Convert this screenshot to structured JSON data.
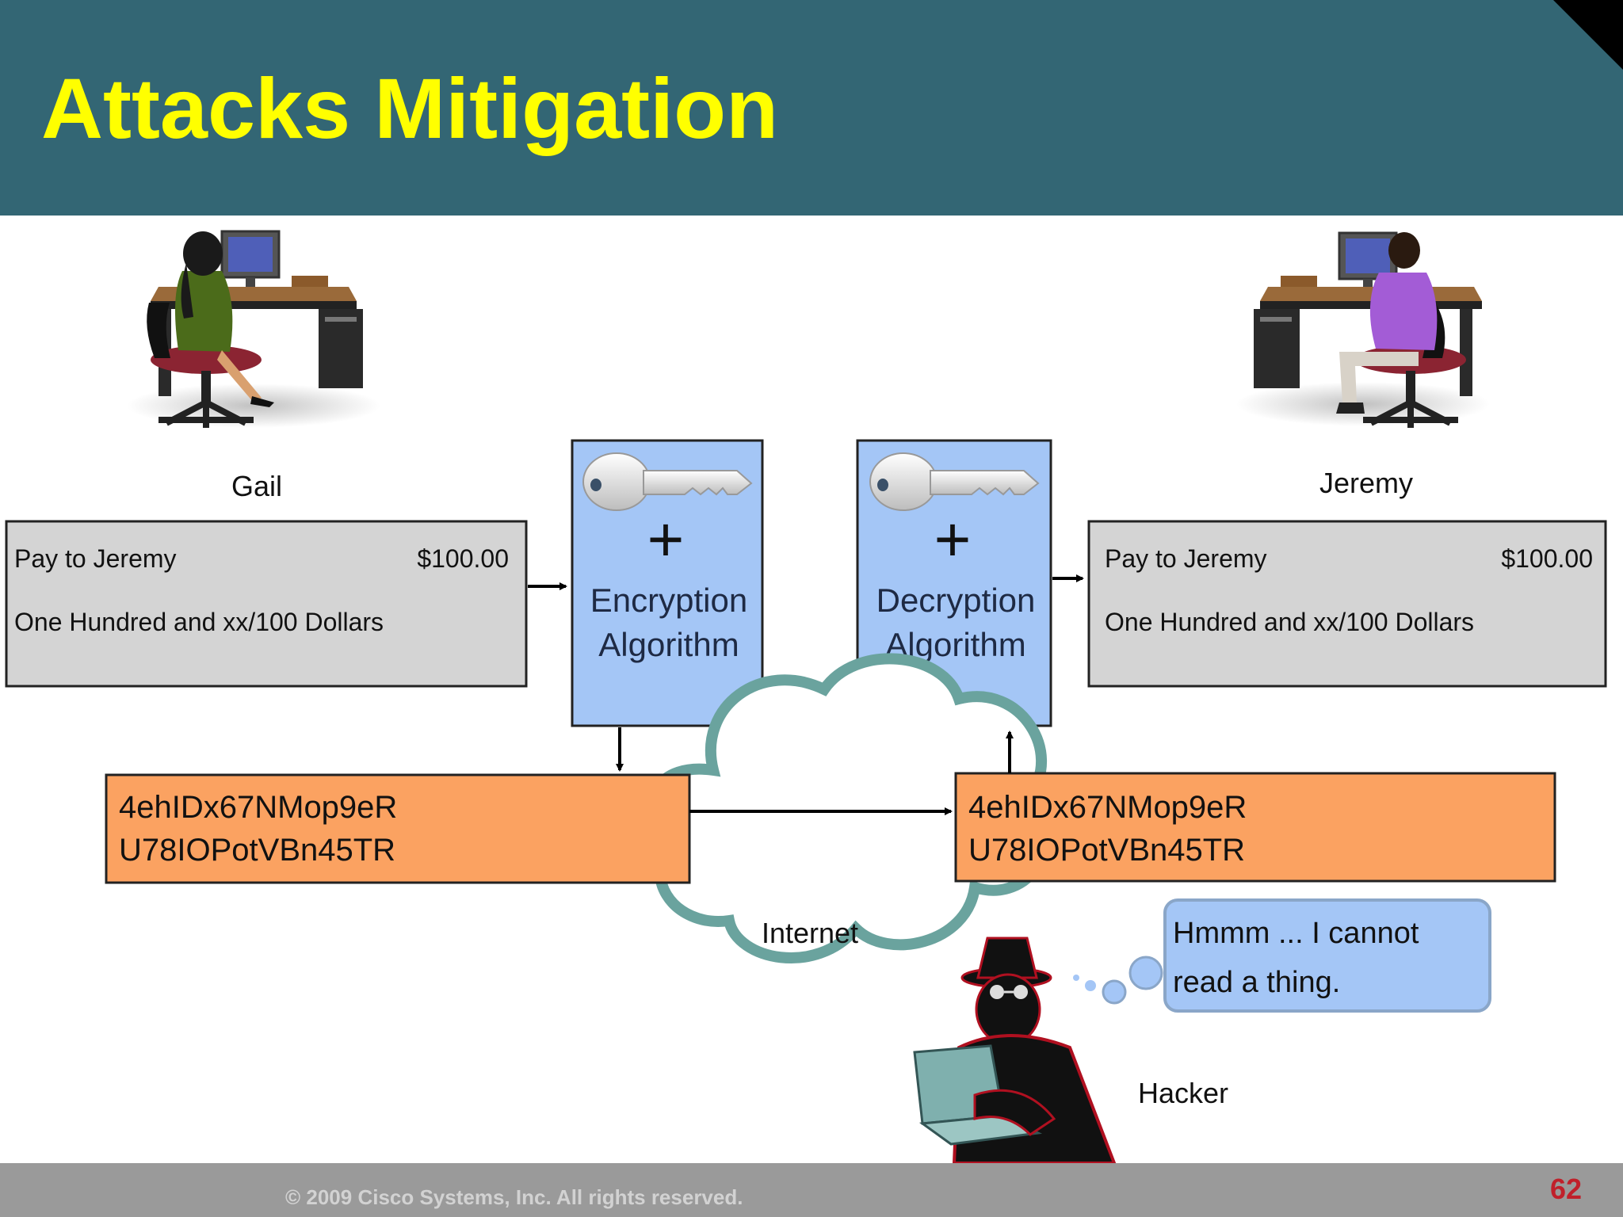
{
  "slide": {
    "title": "Attacks Mitigation",
    "footer": "© 2009 Cisco Systems, Inc. All rights reserved.",
    "page_number": "62"
  },
  "colors": {
    "header_bg": "#336674",
    "title": "#ffff00",
    "footer_bg": "#9a9a9a",
    "page_number": "#c0202a",
    "check_box": "#d4d4d4",
    "algorithm_box": "#a4c6f6",
    "cipher_box": "#fba261",
    "cloud_stroke": "#6aa39e",
    "thought_bubble": "#a4c6f6"
  },
  "diagram": {
    "sender": {
      "name": "Gail",
      "icon": "woman-at-computer-icon"
    },
    "receiver": {
      "name": "Jeremy",
      "icon": "man-at-computer-icon"
    },
    "plaintext_left": {
      "payee": "Pay to Jeremy",
      "amount": "$100.00",
      "amount_words": "One Hundred and xx/100 Dollars"
    },
    "plaintext_right": {
      "payee": "Pay to Jeremy",
      "amount": "$100.00",
      "amount_words": "One Hundred and xx/100 Dollars"
    },
    "encryption": {
      "icon": "key-icon",
      "plus": "+",
      "line1": "Encryption",
      "line2": "Algorithm"
    },
    "decryption": {
      "icon": "key-icon",
      "plus": "+",
      "line1": "Decryption",
      "line2": "Algorithm"
    },
    "cipher_left": {
      "line1": "4ehIDx67NMop9eR",
      "line2": "U78IOPotVBn45TR"
    },
    "cipher_right": {
      "line1": "4ehIDx67NMop9eR",
      "line2": "U78IOPotVBn45TR"
    },
    "internet_label": "Internet",
    "hacker": {
      "label": "Hacker",
      "icon": "hacker-with-laptop-icon",
      "thought_line1": "Hmmm ... I cannot",
      "thought_line2": "read a thing."
    }
  }
}
